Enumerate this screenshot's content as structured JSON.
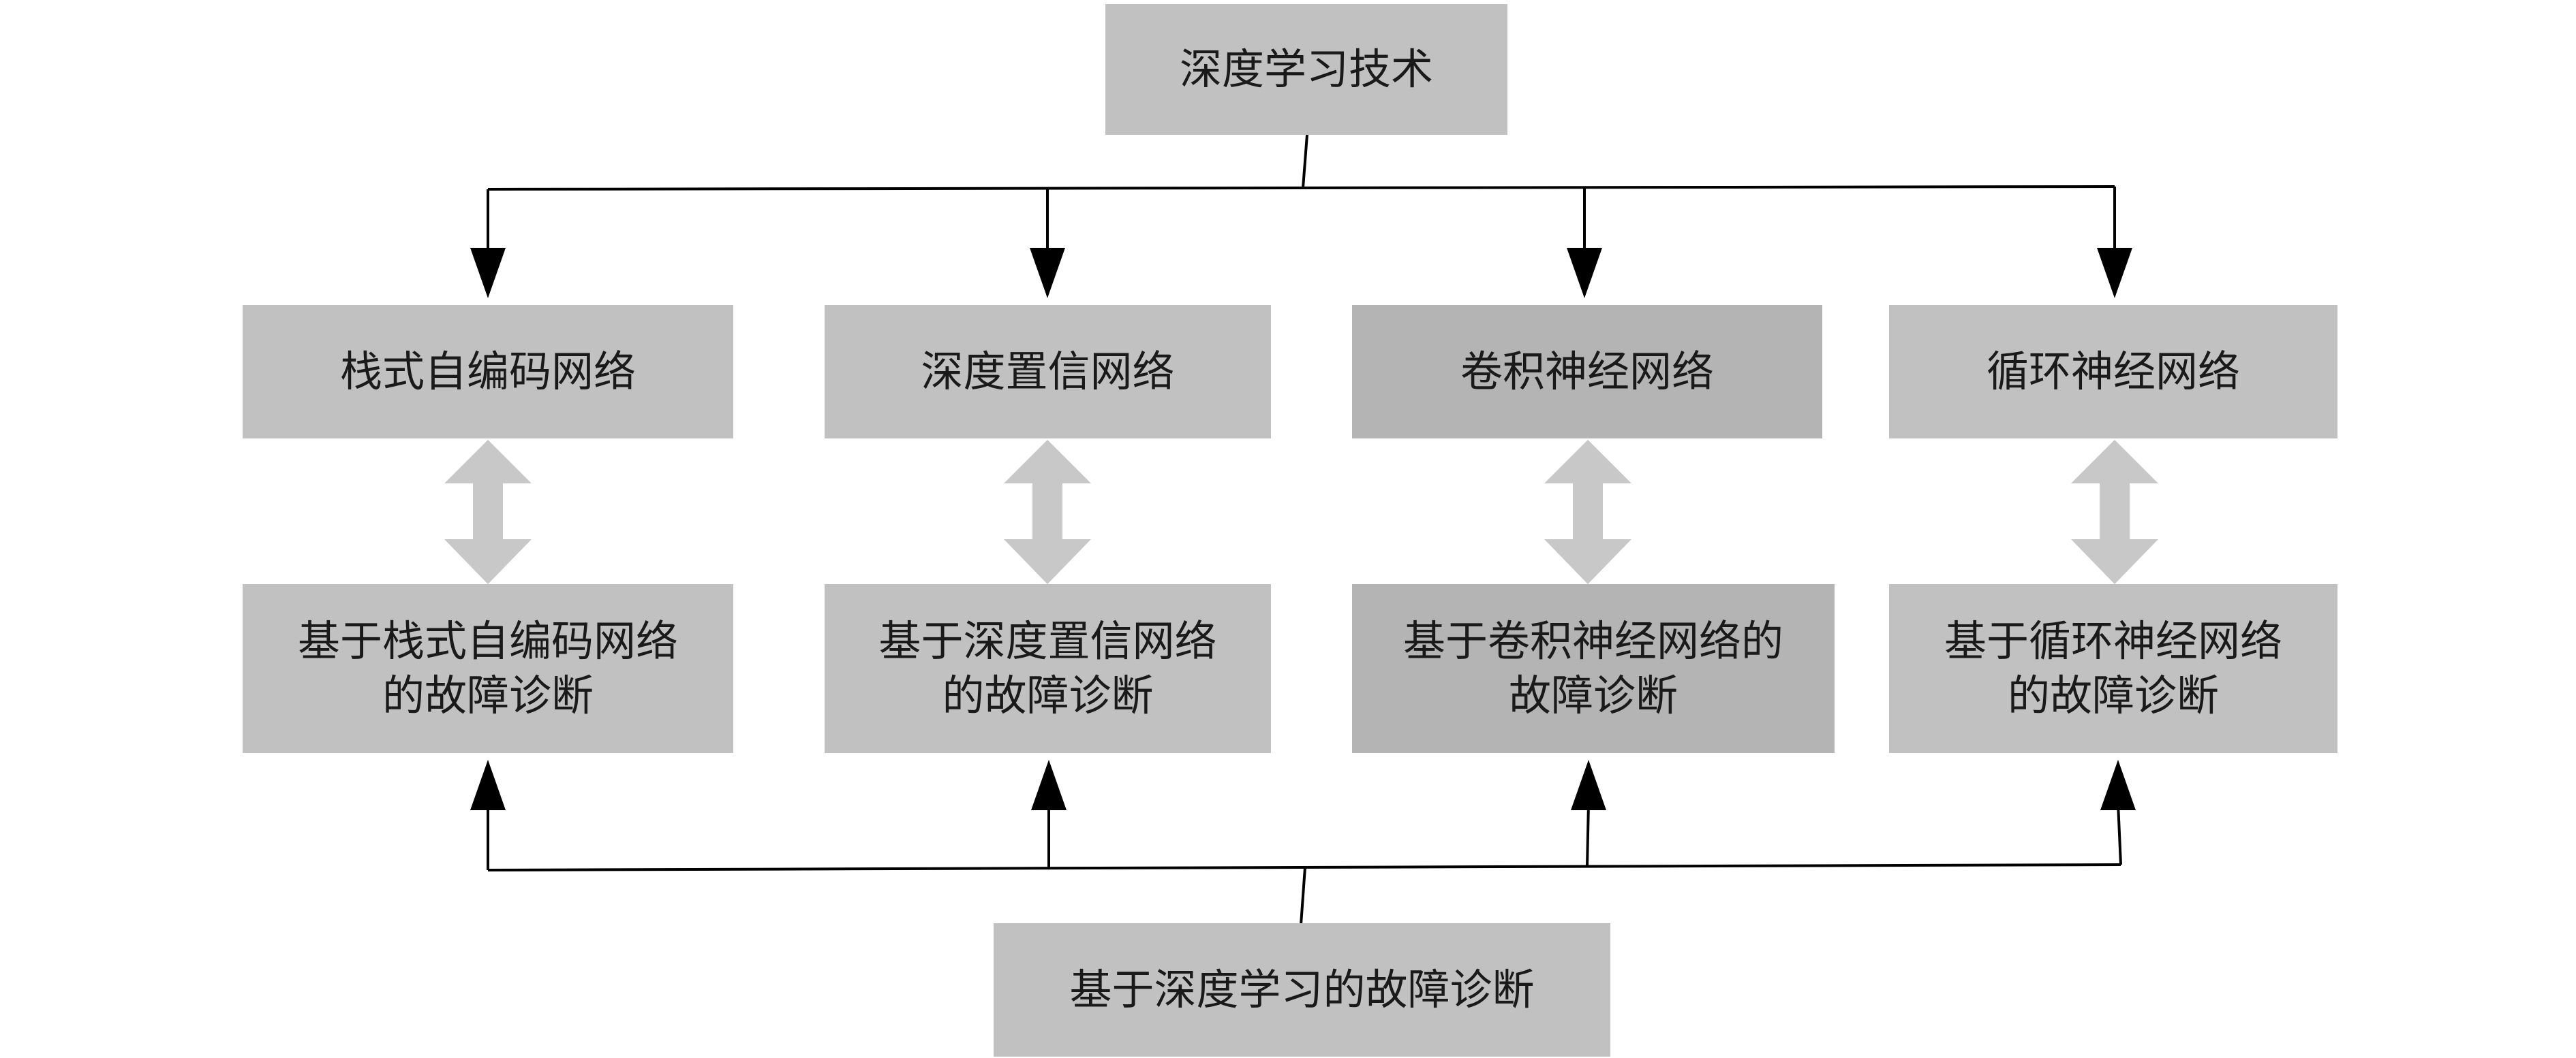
{
  "diagram": {
    "root": {
      "label": "深度学习技术"
    },
    "methods": [
      {
        "label": "栈式自编码网络",
        "diagnosis": "基于栈式自编码网络\n的故障诊断"
      },
      {
        "label": "深度置信网络",
        "diagnosis": "基于深度置信网络\n的故障诊断"
      },
      {
        "label": "卷积神经网络",
        "diagnosis": "基于卷积神经网络的\n故障诊断"
      },
      {
        "label": "循环神经网络",
        "diagnosis": "基于循环神经网络\n的故障诊断"
      }
    ],
    "bottom": {
      "label": "基于深度学习的故障诊断"
    },
    "colors": {
      "box_light": "#c1c1c1",
      "box_dark": "#b4b4b4",
      "double_arrow": "#c8c8c8",
      "line": "#000000"
    }
  }
}
